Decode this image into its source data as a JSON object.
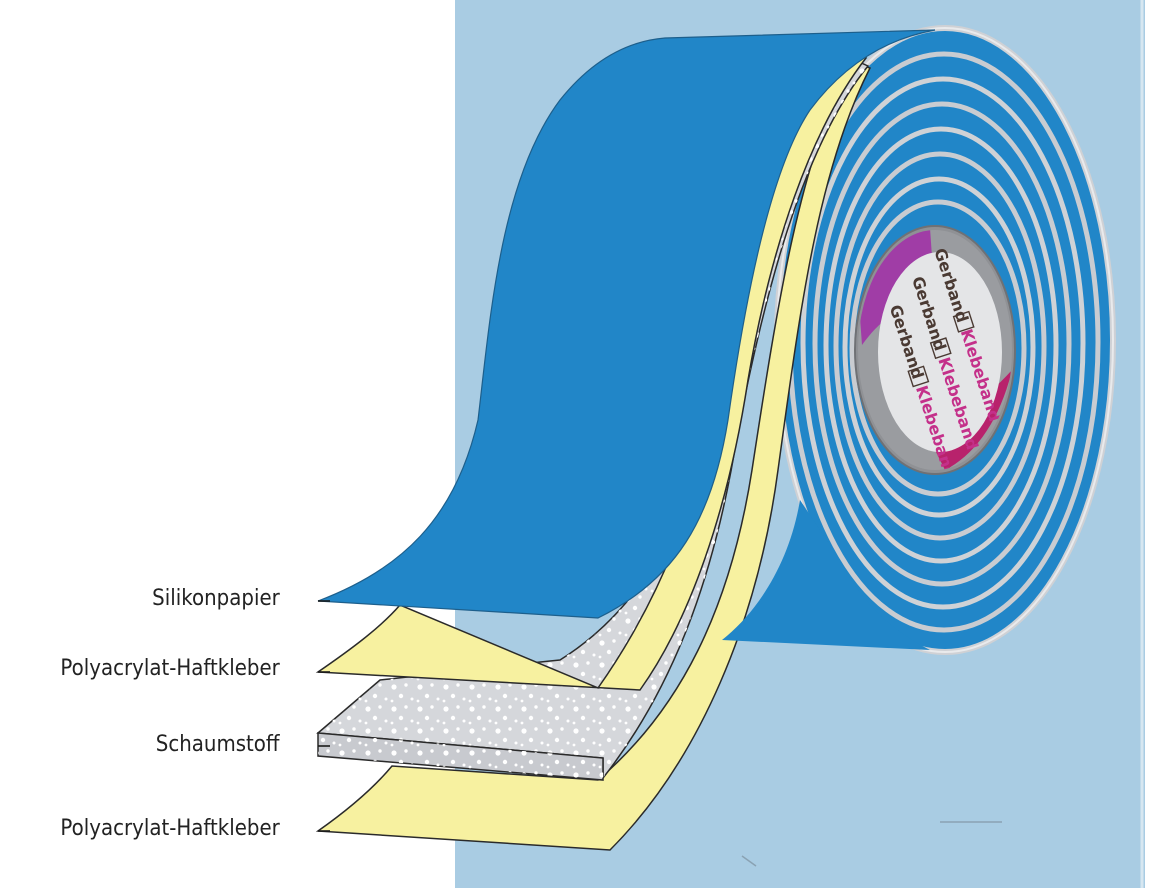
{
  "labels": {
    "silikonpapier": "Silikonpapier",
    "polyacrylat_top": "Polyacrylat-Haftkleber",
    "schaumstoff": "Schaumstoff",
    "polyacrylat_bottom": "Polyacrylat-Haftkleber"
  },
  "core_print": {
    "brand": "Gerband",
    "product": "Klebeband"
  },
  "colors": {
    "background_panel": "#a9cce3",
    "silikonpapier": "#2186c8",
    "haftkleber": "#f7f1a0",
    "schaumstoff": "#d5d7db",
    "core_inside": "#9c9ea2",
    "core_accent_magenta": "#b8226c",
    "core_accent_purple": "#a03da6",
    "leader_line": "#1a1a1a"
  }
}
